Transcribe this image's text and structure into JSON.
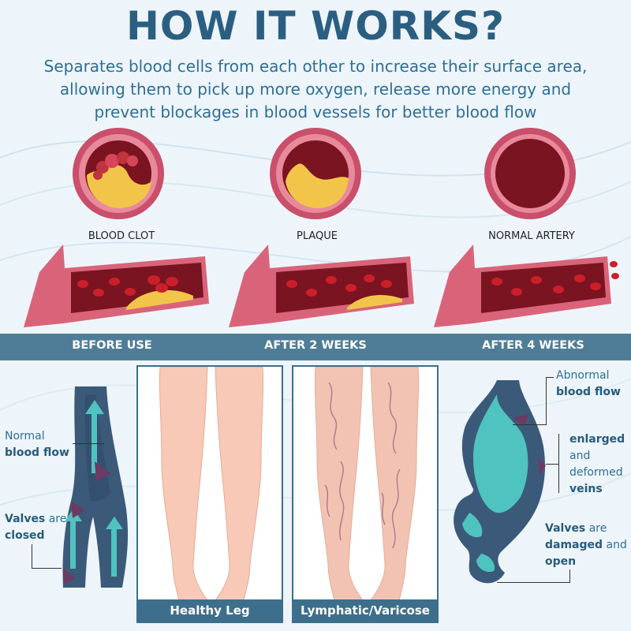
{
  "header": {
    "title": "HOW IT WORKS?",
    "subtitle_lines": [
      "Separates blood cells from each other to increase their surface area,",
      "allowing them to pick up more oxygen, release more energy and",
      "prevent blockages in blood vessels for better blood flow"
    ]
  },
  "arteries": [
    {
      "label": "BLOOD CLOT"
    },
    {
      "label": "PLAQUE"
    },
    {
      "label": "NORMAL ARTERY"
    }
  ],
  "stages": [
    "BEFORE USE",
    "AFTER 2 WEEKS",
    "AFTER 4 WEEKS"
  ],
  "legs": [
    {
      "caption": "Healthy Leg"
    },
    {
      "caption": "Lymphatic/Varicose"
    }
  ],
  "normal_vein": {
    "flow_pre": "Normal",
    "flow_bold": "blood flow",
    "valves_bold": "Valves",
    "valves_post": " are",
    "valves_line2_bold": "closed"
  },
  "varicose_vein": {
    "abnormal_pre": "Abnormal",
    "abnormal_bold": "blood flow",
    "enlarged_bold": "enlarged",
    "enlarged_and": "and",
    "enlarged_deformed": "deformed",
    "enlarged_veins": "veins",
    "valves_bold": "Valves",
    "valves_post": " are",
    "damaged_bold": "damaged",
    "damaged_post": " and",
    "open_bold": "open"
  },
  "colors": {
    "title": "#2b5f82",
    "bar": "#4f7d97",
    "vein_dark": "#3b5a7a",
    "vein_teal": "#4fc3c0",
    "artery_wall": "#d9647a",
    "blood": "#cc1f2a"
  }
}
